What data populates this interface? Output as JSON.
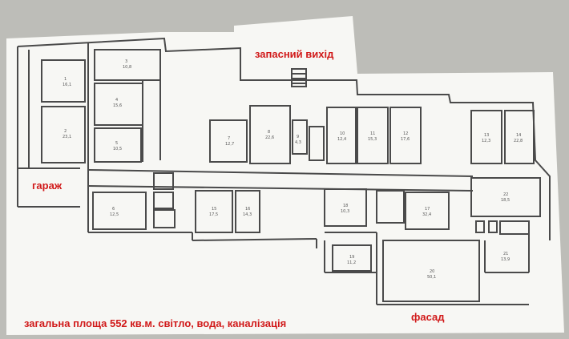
{
  "labels": {
    "emergency_exit": "запасний вихід",
    "garage": "гараж",
    "facade": "фасад",
    "total_area": "загальна  площа 552 кв.м. світло, вода, каналізація"
  },
  "colors": {
    "paper": "#f7f7f4",
    "background": "#bdbdb8",
    "wall": "#4a4a4a",
    "label_red": "#d11a1a"
  },
  "rooms": [
    {
      "number": "1",
      "area": "16,1"
    },
    {
      "number": "2",
      "area": "23,1"
    },
    {
      "number": "3",
      "area": "10,8"
    },
    {
      "number": "4",
      "area": "15,6"
    },
    {
      "number": "5",
      "area": "10,5"
    },
    {
      "number": "6",
      "area": "12,5"
    },
    {
      "number": "7",
      "area": "12,7"
    },
    {
      "number": "8",
      "area": "22,6"
    },
    {
      "number": "9",
      "area": "4,3"
    },
    {
      "number": "10",
      "area": "12,4"
    },
    {
      "number": "11",
      "area": "15,3"
    },
    {
      "number": "12",
      "area": "17,6"
    },
    {
      "number": "13",
      "area": "12,3"
    },
    {
      "number": "14",
      "area": "22,8"
    },
    {
      "number": "15",
      "area": "17,5"
    },
    {
      "number": "16",
      "area": "14,3"
    },
    {
      "number": "17",
      "area": "32,4"
    },
    {
      "number": "18",
      "area": "10,3"
    },
    {
      "number": "19",
      "area": "11,2"
    },
    {
      "number": "20",
      "area": "50,1"
    },
    {
      "number": "21",
      "area": "13,9"
    },
    {
      "number": "22",
      "area": "18,5"
    }
  ]
}
